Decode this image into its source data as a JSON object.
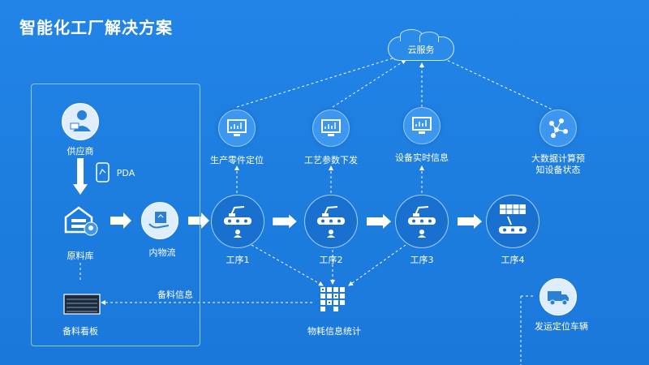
{
  "title": "智能化工厂解决方案",
  "cloud": {
    "label": "云服务"
  },
  "supplier": {
    "label": "供应商",
    "pda_label": "PDA"
  },
  "warehouse": {
    "label": "原料库"
  },
  "logistics": {
    "label": "内物流"
  },
  "board": {
    "label": "备料看板"
  },
  "prep_info": {
    "label": "备料信息"
  },
  "stats": {
    "label": "物耗信息统计"
  },
  "vehicle": {
    "label": "发运定位车辆"
  },
  "processes": [
    {
      "label": "工序1"
    },
    {
      "label": "工序2"
    },
    {
      "label": "工序3"
    },
    {
      "label": "工序4"
    }
  ],
  "services": [
    {
      "label": "生产零件定位"
    },
    {
      "label": "工艺参数下发"
    },
    {
      "label": "设备实时信息"
    },
    {
      "label": "大数据计算预",
      "label2": "知设备状态"
    }
  ],
  "icons": {
    "supplier": "person-icon",
    "pda": "phone-icon",
    "warehouse": "warehouse-icon",
    "logistics": "hand-box-icon",
    "board": "display-board-icon",
    "stats": "grid-chart-icon",
    "vehicle": "truck-icon",
    "robot": "robot-arm-icon",
    "monitor": "monitor-icon",
    "network": "network-icon",
    "cloud": "cloud-icon"
  },
  "colors": {
    "background": "#1f7fe0",
    "accent": "#ffffff",
    "node": "#3e97ee"
  }
}
